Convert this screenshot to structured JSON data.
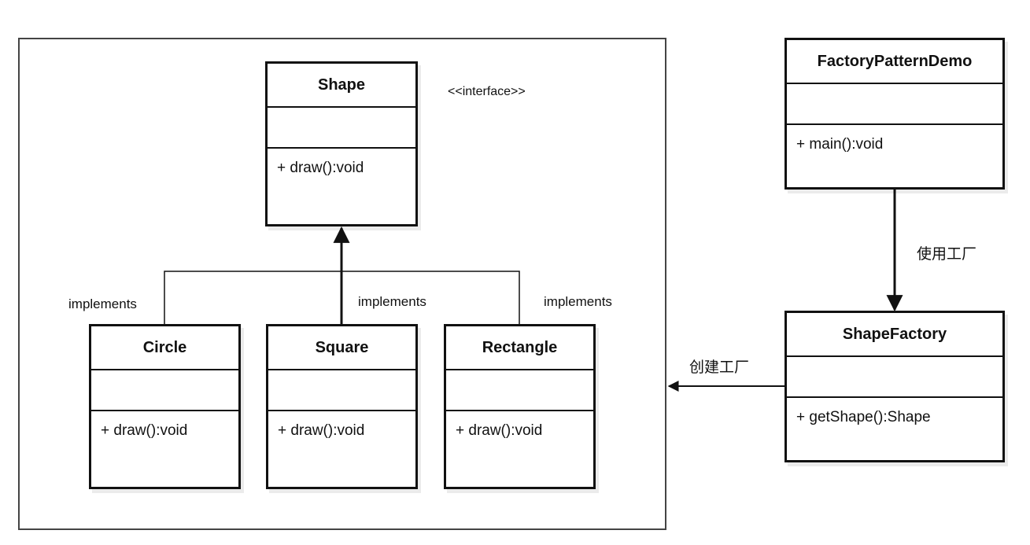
{
  "classes": {
    "shape": {
      "name": "Shape",
      "op": "+ draw():void"
    },
    "circle": {
      "name": "Circle",
      "op": "+ draw():void"
    },
    "square": {
      "name": "Square",
      "op": "+ draw():void"
    },
    "rectangle": {
      "name": "Rectangle",
      "op": "+ draw():void"
    },
    "demo": {
      "name": "FactoryPatternDemo",
      "op": "+ main():void"
    },
    "factory": {
      "name": "ShapeFactory",
      "op": "+ getShape():Shape"
    }
  },
  "labels": {
    "stereotype": "<<interface>>",
    "impl_circle": "implements",
    "impl_square": "implements",
    "impl_rectangle": "implements",
    "uses_factory": "使用工厂",
    "creates": "创建工厂"
  }
}
